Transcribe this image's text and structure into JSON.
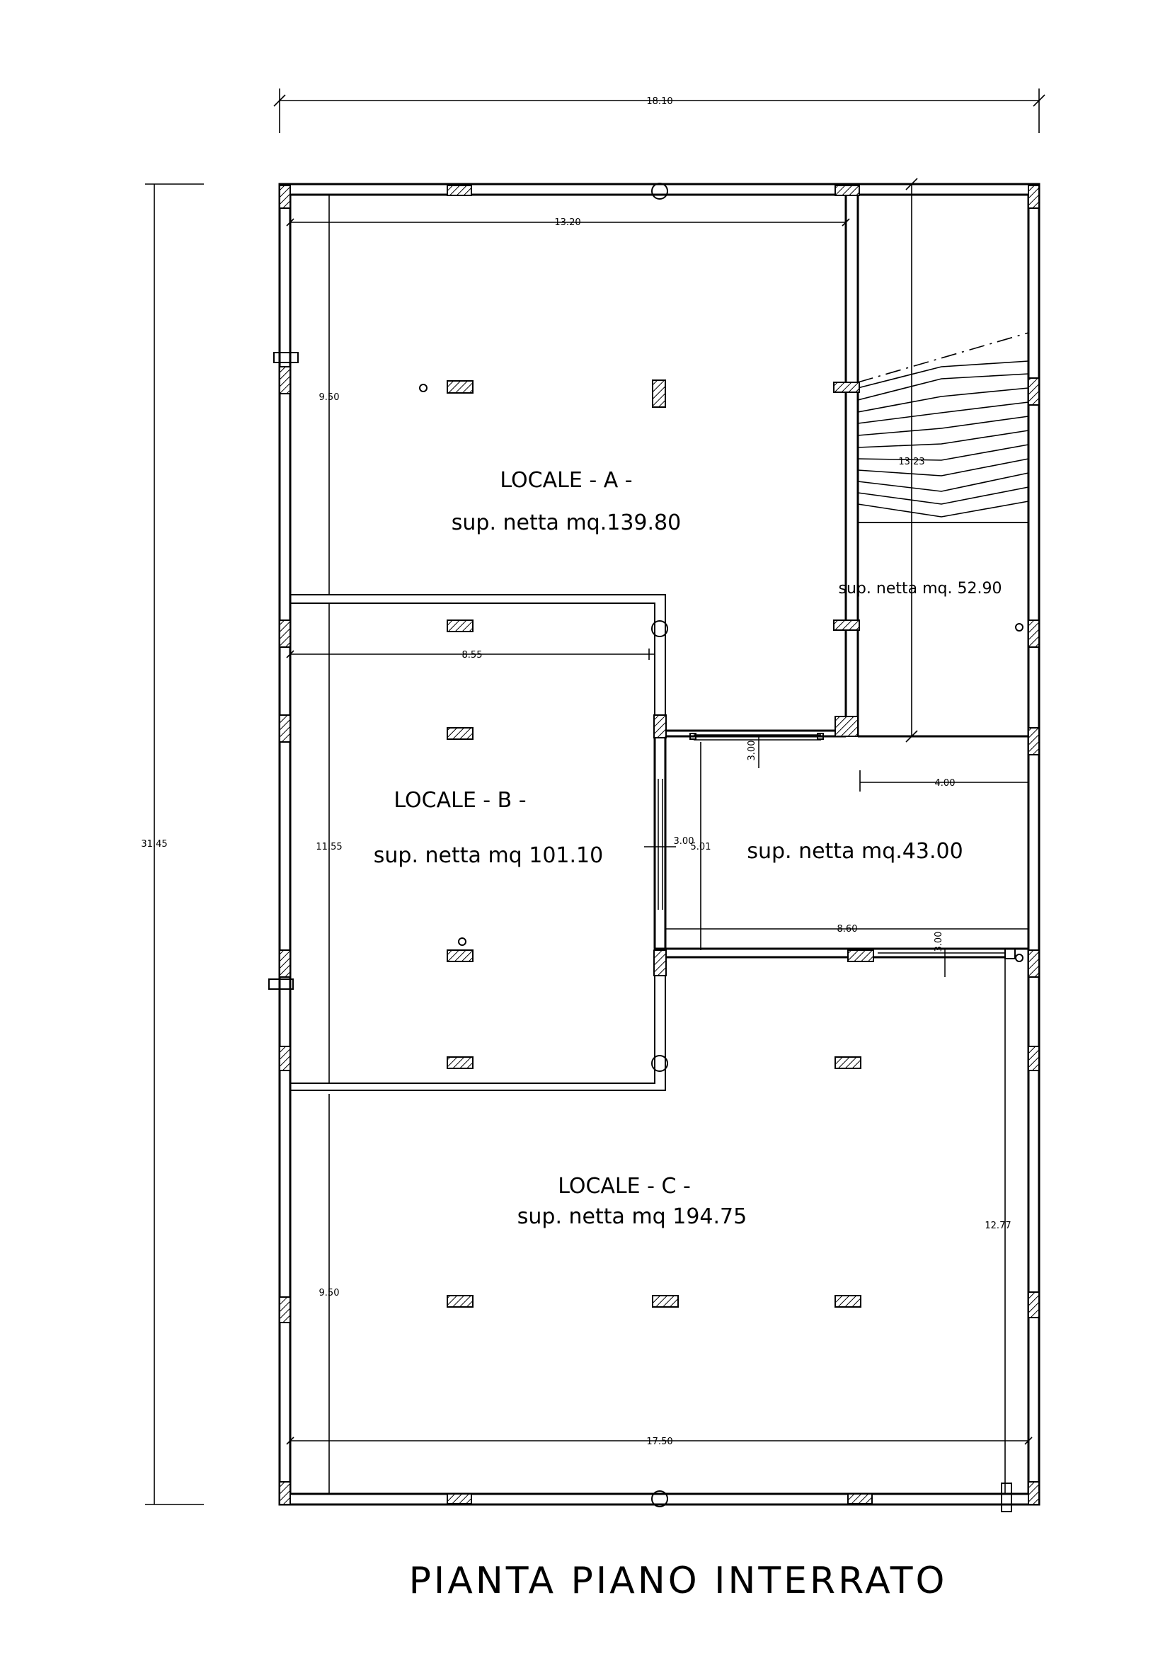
{
  "drawing": {
    "title": "PIANTA PIANO INTERRATO",
    "rooms": {
      "a_name": "LOCALE - A -",
      "a_area": "sup. netta mq.139.80",
      "b_name": "LOCALE - B -",
      "b_area": "sup. netta mq 101.10",
      "c_name": "LOCALE - C -",
      "c_area": "sup. netta mq 194.75",
      "stair_area": "sup. netta mq. 52.90",
      "corridor_area": "sup. netta mq.43.00"
    },
    "dimensions": {
      "total_width": "18.10",
      "total_height": "31.45",
      "a_width": "13.20",
      "a_height": "9.50",
      "stair_length": "13.23",
      "b_width": "8.55",
      "b_height": "11.55",
      "corridor_length": "4.00",
      "corridor_width": "8.60",
      "corridor_height": "5.01",
      "door_a": "3.00",
      "door_b": "3.00",
      "door_c": "3.00",
      "c_height": "9.50",
      "c_right_height": "12.77",
      "c_width": "17.50"
    }
  }
}
